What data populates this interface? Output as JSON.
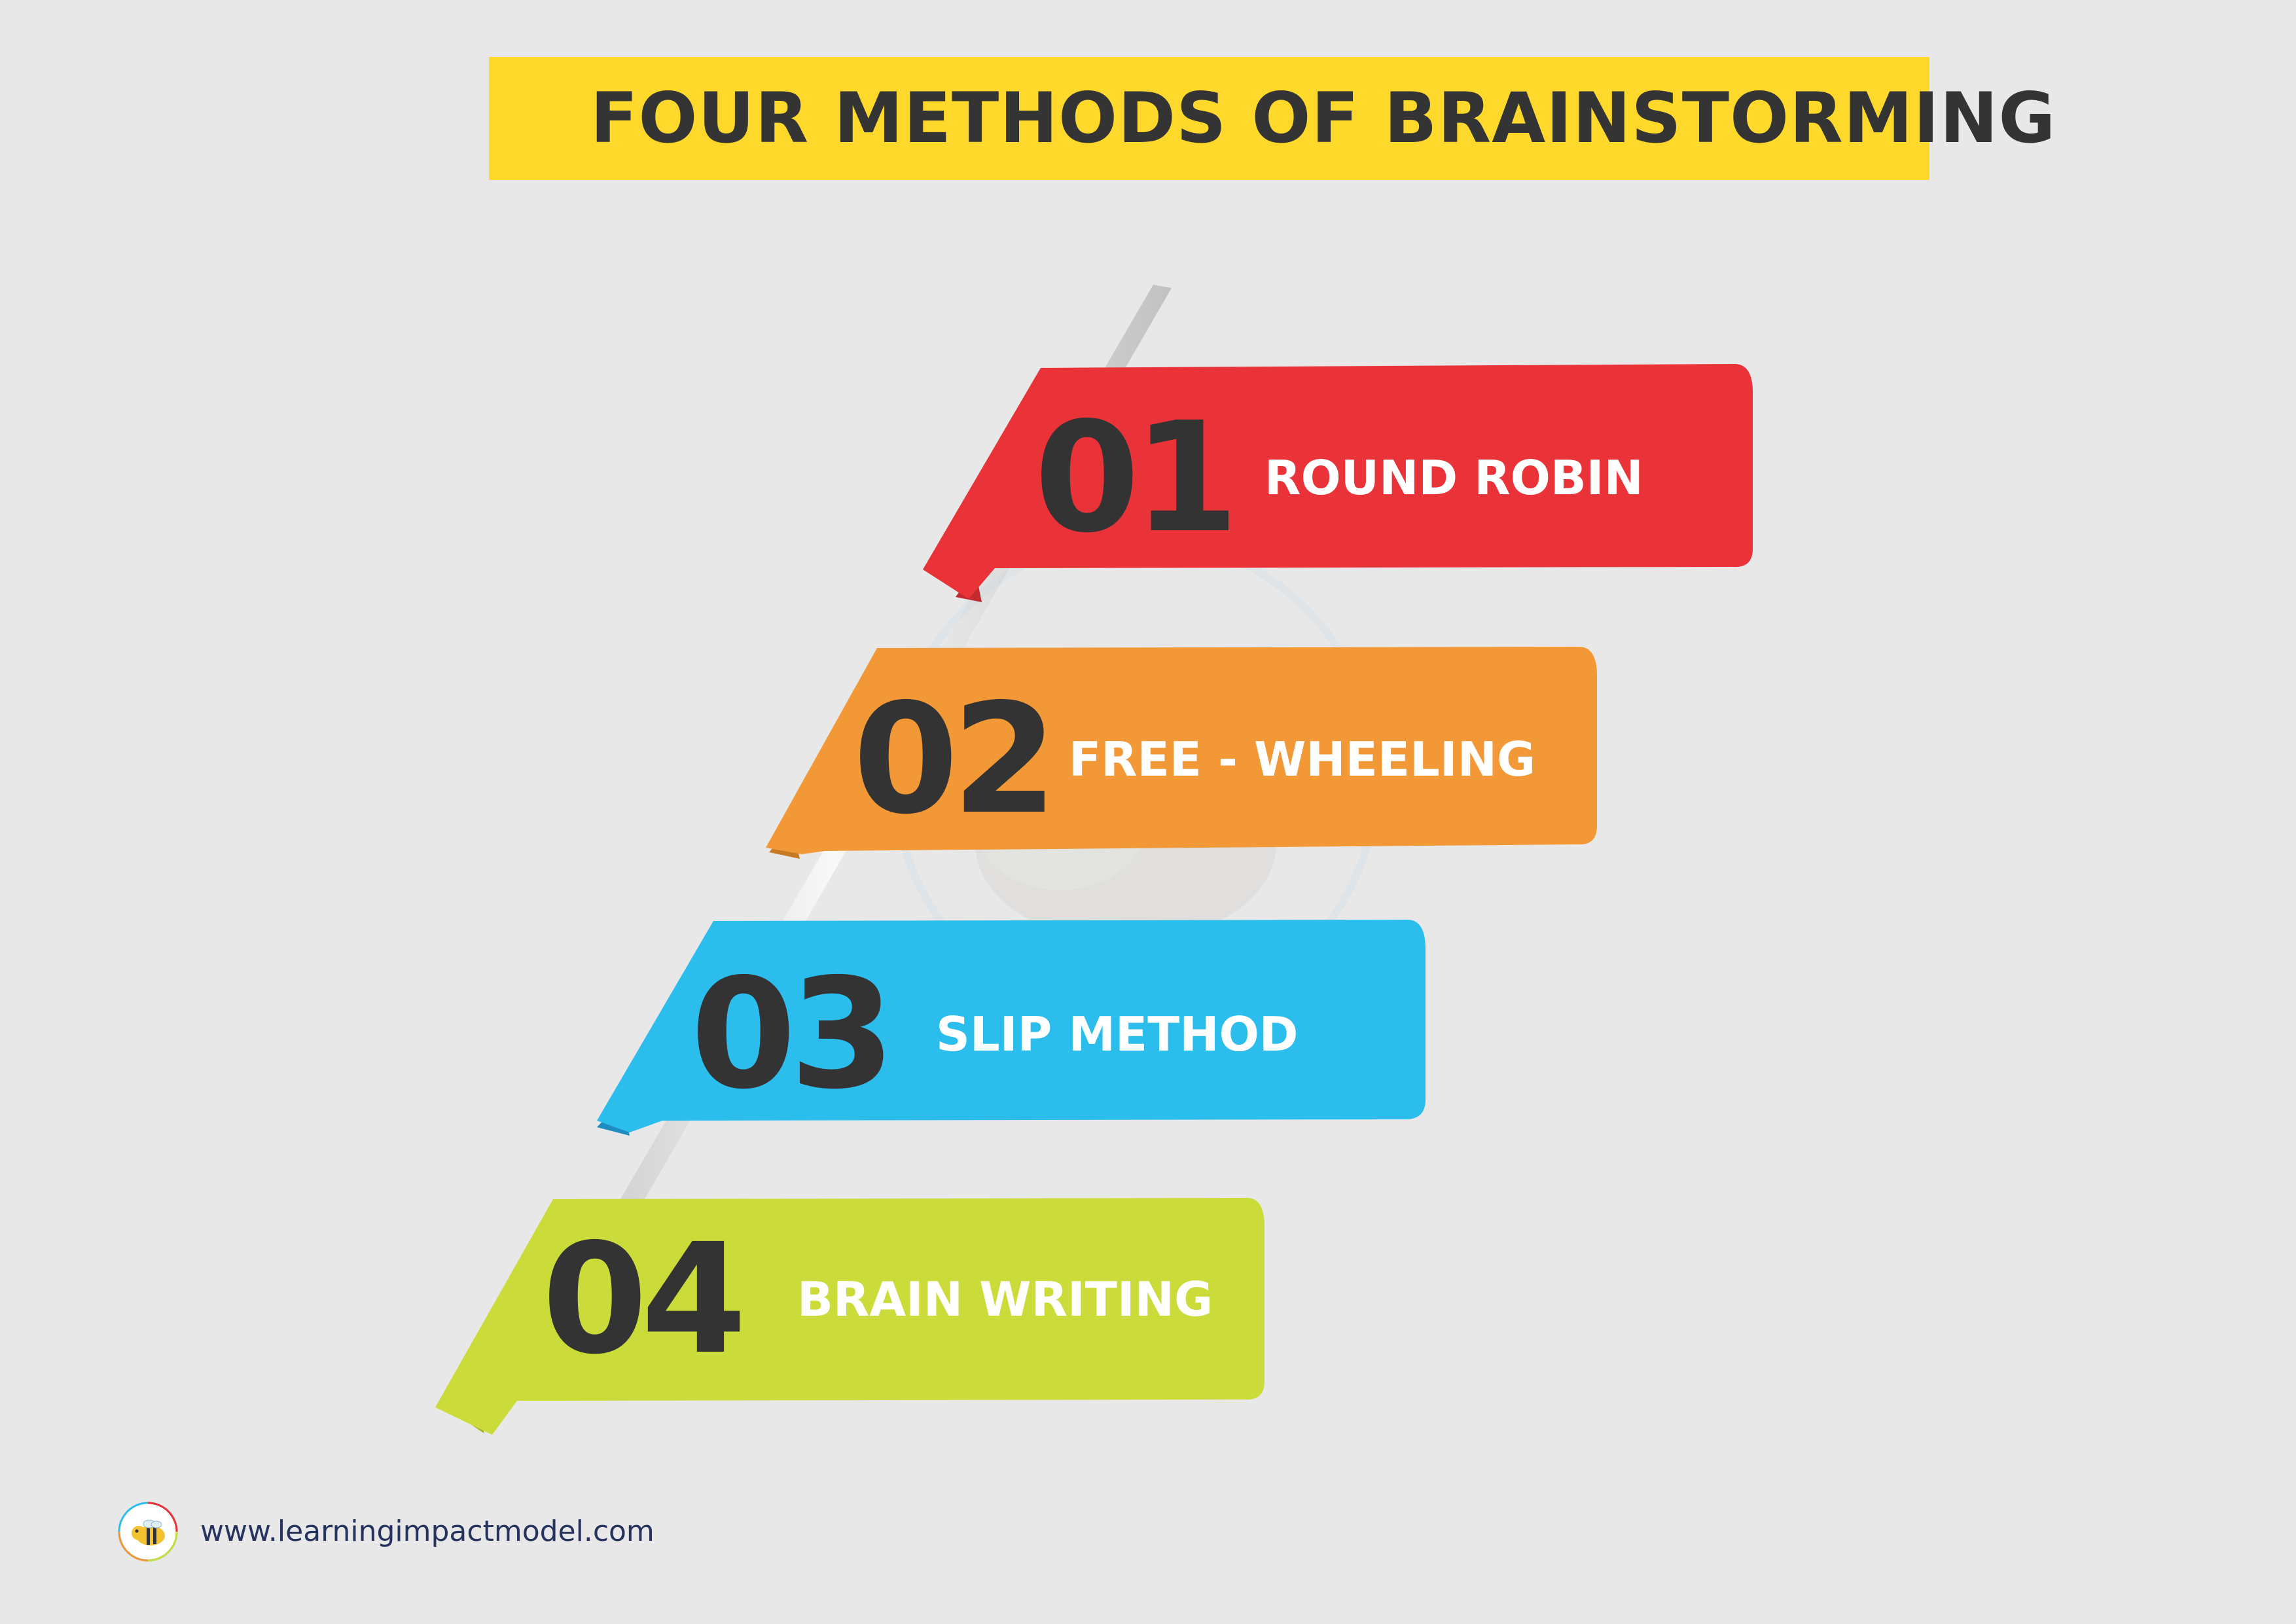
{
  "title": "FOUR METHODS OF BRAINSTORMING",
  "methods": [
    {
      "number": "01",
      "label": "ROUND ROBIN",
      "color": "#e93339"
    },
    {
      "number": "02",
      "label": "FREE - WHEELING",
      "color": "#f29836"
    },
    {
      "number": "03",
      "label": "SLIP METHOD",
      "color": "#2bbdec"
    },
    {
      "number": "04",
      "label": "BRAIN WRITING",
      "color": "#cbdc3a"
    }
  ],
  "footer": {
    "url": "www.learningimpactmodel.com"
  },
  "colors": {
    "background": "#e8e8e8",
    "title_bar": "#fed92b",
    "text_dark": "#333333",
    "url_text": "#27335f"
  }
}
